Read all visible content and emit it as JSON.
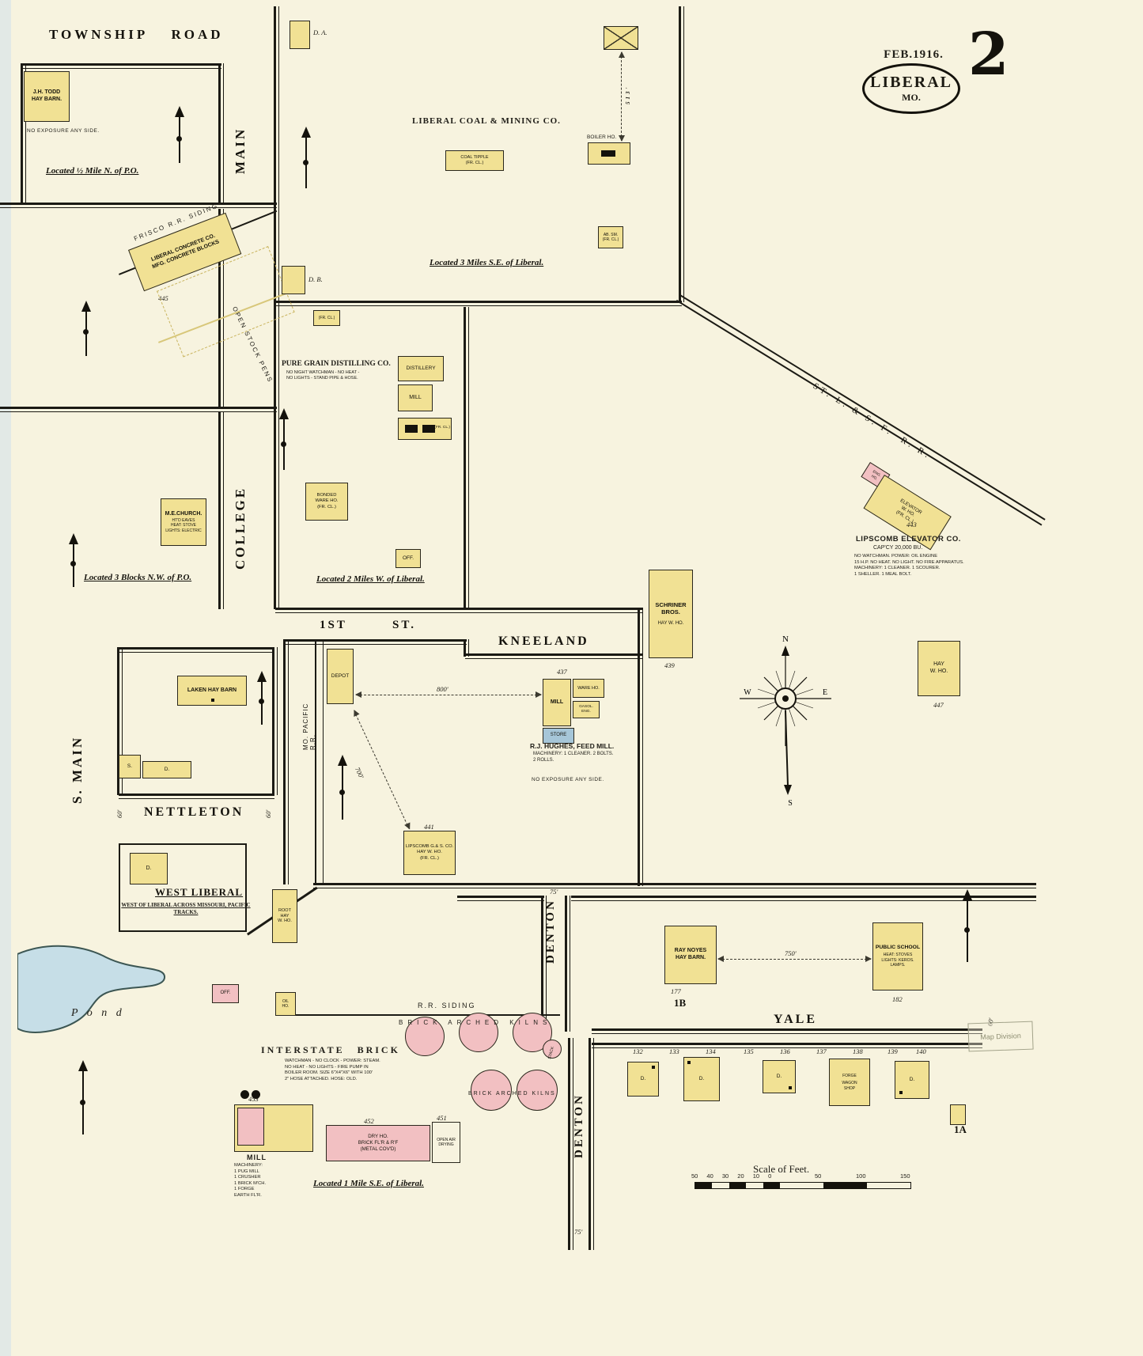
{
  "header": {
    "date": "FEB.1916.",
    "city": "LIBERAL",
    "state": "MO.",
    "sheet": "2"
  },
  "streets": {
    "township_road": "TOWNSHIP ROAD",
    "main": "MAIN",
    "college": "COLLEGE",
    "s_main": "S. MAIN",
    "nettleton": "NETTLETON",
    "first_st_a": "1ST",
    "first_st_b": "ST.",
    "kneeland": "KNEELAND",
    "denton_upper": "DENTON",
    "denton_lower": "DENTON",
    "yale": "YALE"
  },
  "railroads": {
    "frisco_siding": "FRISCO R.R. SIDING",
    "st_l_sf": "ST. L. & S. F.  R. R.",
    "mo_pacific": "MO. PACIFIC R.R.",
    "rr_siding": "R.R. SIDING"
  },
  "todd": {
    "name": "J.H. TODD\nHAY BARN.",
    "note": "NO EXPOSURE ANY SIDE.",
    "located": "Located ½ Mile N. of P.O."
  },
  "concrete": {
    "name": "LIBERAL CONCRETE CO.\nMFG. CONCRETE BLOCKS",
    "number": "445",
    "pens": "OPEN STOCK PENS"
  },
  "church": {
    "name": "M.E.CHURCH.",
    "notes": "HT'D EAVES\nHEAT: STOVE\nLIGHTS: ELECTRIC",
    "located": "Located 3 Blocks N.W. of P.O."
  },
  "coal": {
    "name": "LIBERAL COAL & MINING CO.",
    "tipple": "COAL TIPPLE\n(FR. CL.)",
    "boiler": "BOILER HO.",
    "ab_sm": "AB. SM.\n(FR. CL.)",
    "d_a": "D. A.",
    "d_b": "D. B.",
    "dist": "513'",
    "located": "Located 3 Miles S.E. of Liberal."
  },
  "distilling": {
    "name": "PURE GRAIN DISTILLING CO.",
    "notes": "NO NIGHT WATCHMAN - NO HEAT -\nNO LIGHTS - STAND PIPE & HOSE.",
    "distillery": "DISTILLERY",
    "mill": "MILL",
    "fr_cl": "(FR. CL.)",
    "bonded": "BONDED\nWARE HO.\n(FR. CL.)",
    "office": "OFF.",
    "located": "Located 2 Miles W. of Liberal."
  },
  "hughes": {
    "depot": "DEPOT",
    "mill": "MILL",
    "mill_number": "437",
    "ware": "WARE HO.",
    "engine": "GASOL.\nENG.",
    "store": "STORE",
    "firm": "R.J. HUGHES, FEED MILL.",
    "machinery": "MACHINERY: 1 CLEANER. 2 BOLTS.\n2 ROLLS.",
    "note": "NO EXPOSURE ANY SIDE.",
    "dist_mill": "800'",
    "dist_south": "700'"
  },
  "schriner": {
    "name": "SCHRINER\nBROS.",
    "use": "HAY W. HO.",
    "number": "439"
  },
  "hay_warehouse": {
    "name": "HAY\nW. HO.",
    "number": "447"
  },
  "lipscomb_elevator": {
    "firm": "LIPSCOMB ELEVATOR CO.",
    "capacity": "CAP'CY 20,000 BU.",
    "notes": "NO WATCHMAN. POWER: OIL ENGINE\n15 H.P. NO HEAT. NO LIGHT. NO FIRE APPARATUS.\nMACHINERY: 1 CLEANER. 1 SCOURER.\n1 SHELLER. 1 MEAL BOLT.",
    "building": "ELEVATOR\nW. HO.\n(FR. CL.)",
    "number": "443",
    "engine": "ENG.\nHO."
  },
  "laken": {
    "name": "LAKEN HAY BARN",
    "s": "S.",
    "d": "D."
  },
  "west_liberal": {
    "title": "WEST LIBERAL",
    "subtitle": "WEST OF LIBERAL ACROSS MISSOURI, PACIFIC\nTRACKS.",
    "dwelling": "D.",
    "root_house": "ROOT\nHAY\nW. HO."
  },
  "lipscomb_gs": {
    "number": "441",
    "name": "LIPSCOMB G.& S. CO.\nHAY W. HO.\n(FR. CL.)"
  },
  "noyes": {
    "name": "RAY NOYES\nHAY BARN.",
    "number": "177",
    "lot": "1B",
    "dist": "750'"
  },
  "school": {
    "name": "PUBLIC SCHOOL",
    "notes": "HEAT: STOVES\nLIGHTS: KEROS.\nLAMPS.",
    "number": "182"
  },
  "yale_row": {
    "numbers": [
      "132",
      "133",
      "134",
      "135",
      "136",
      "137",
      "138",
      "139",
      "140"
    ],
    "lot": "1A",
    "d1": "D.",
    "d2": "D.",
    "d3": "D.",
    "d4": "D.",
    "forge": "FORGE",
    "wagon_shop": "WAGON\nSHOP"
  },
  "brick_co": {
    "firm": "INTERSTATE BRICK CO.",
    "notes": "WATCHMAN - NO CLOCK - POWER: STEAM.\nNO HEAT - NO LIGHTS - FIRE PUMP IN\nBOILER ROOM. SIZE 6\"X4\"X6\" WITH 100'\n2\" HOSE ATTACHED. HOSE: OLD.",
    "kilns_row1": "BRICK ARCHED KILNS",
    "kilns_row2": "BRICK ARCHED KILNS",
    "stack": "STACK",
    "mill": "MILL",
    "mill_number": "453",
    "machinery": "MACHINERY:\n1 PUG MILL\n1 CRUSHER\n1 BRICK M'CH.\n1 FORGE\nEARTH FL'R.",
    "dry_house": "DRY HO.\nBRICK FL'R & R'F\n(METAL COV'D)",
    "dry_number": "452",
    "open_air": "OPEN AIR\nDRYING",
    "open_number": "451",
    "office": "OFF.",
    "oil_house": "OIL\nHO.",
    "located": "Located 1 Mile S.E. of Liberal."
  },
  "pond": {
    "label": "P o n d"
  },
  "compass": {
    "n": "N",
    "e": "E",
    "s": "S",
    "w": "W"
  },
  "scale": {
    "title": "Scale of Feet.",
    "left_ticks": "50 40 30 20 10 0",
    "m50": "50",
    "m100": "100",
    "m150": "150"
  },
  "stamp": {
    "line1": "Map Division"
  },
  "dims": {
    "d75_top": "75'",
    "d75_bottom": "75'",
    "d60_a": "60'",
    "d60_b": "60'",
    "d60_c": "60'"
  }
}
